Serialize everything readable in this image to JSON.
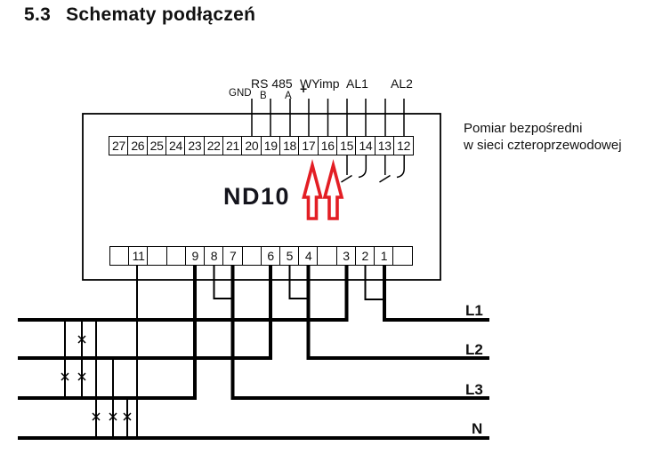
{
  "page": {
    "heading_number": "5.3",
    "heading_title": "Schematy podłączeń"
  },
  "diagram": {
    "device_name": "ND10",
    "note": {
      "line1": "Pomiar bezpośredni",
      "line2": "w sieci czteroprzewodowej"
    },
    "top_labels": {
      "rs485": "RS 485",
      "gnd": "GND",
      "b": "B",
      "a": "A",
      "plus": "+",
      "wyimp": "WYimp",
      "al1": "AL1",
      "al2": "AL2"
    },
    "top_terminals": [
      "27",
      "26",
      "25",
      "24",
      "23",
      "22",
      "21",
      "20",
      "19",
      "18",
      "17",
      "16",
      "15",
      "14",
      "13",
      "12"
    ],
    "bottom_terminals": [
      "screw",
      "11",
      "",
      "",
      "9",
      "8",
      "7",
      "",
      "6",
      "5",
      "4",
      "",
      "3",
      "2",
      "1",
      "screw"
    ],
    "line_labels": [
      "L1",
      "L2",
      "L3",
      "N"
    ],
    "colors": {
      "arrow_red": "#e31e24",
      "wire_black": "#000000"
    }
  }
}
